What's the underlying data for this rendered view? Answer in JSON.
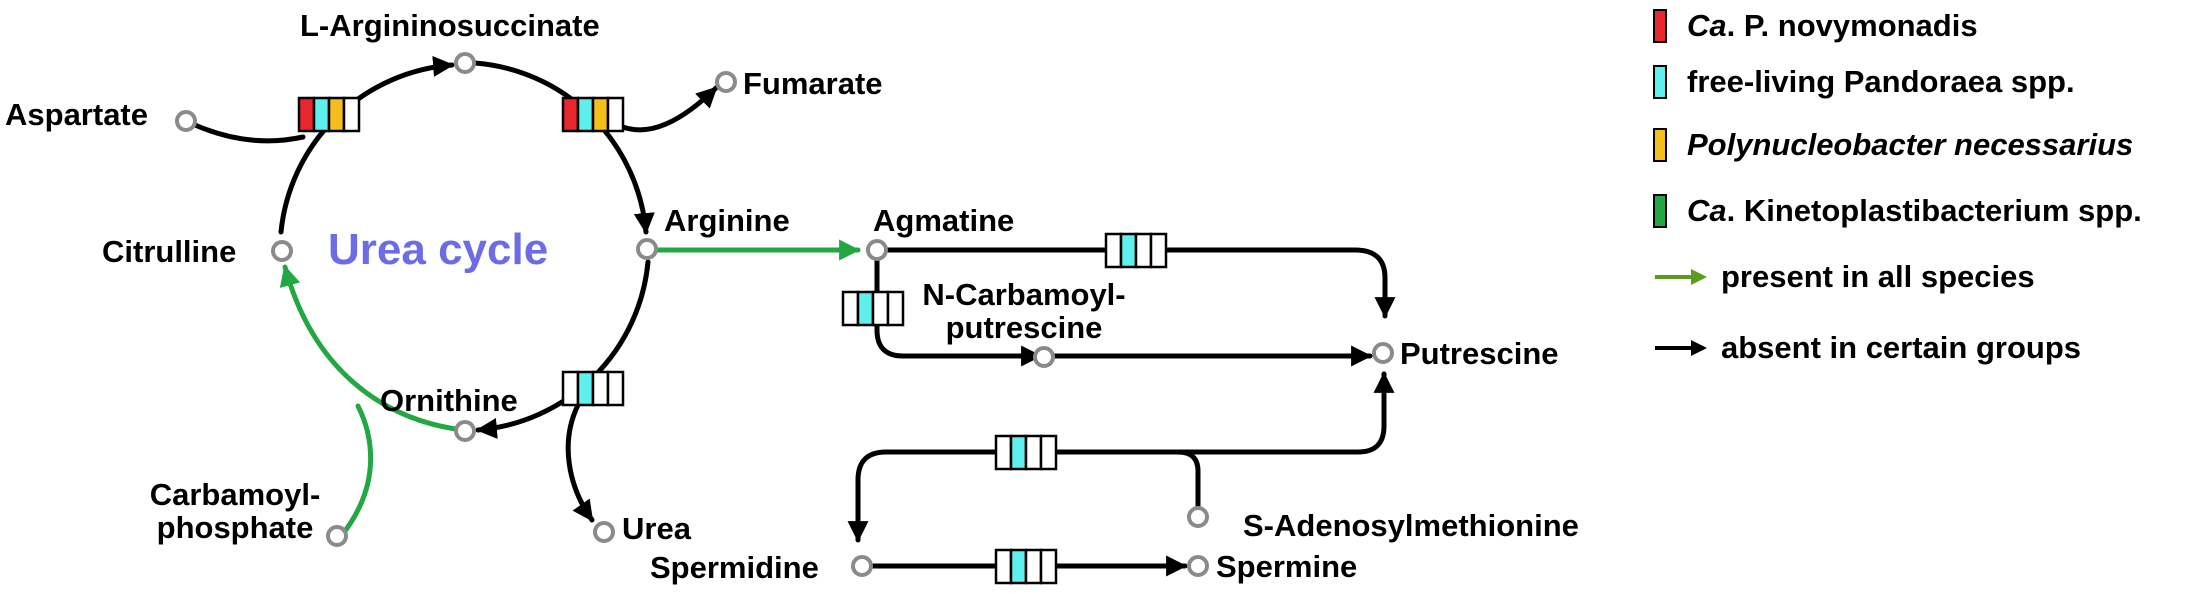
{
  "diagram": {
    "title": "Urea cycle",
    "nodes": {
      "l_argininosuccinate": "L-Argininosuccinate",
      "aspartate": "Aspartate",
      "fumarate": "Fumarate",
      "citrulline": "Citrulline",
      "arginine": "Arginine",
      "agmatine": "Agmatine",
      "n_carbamoyl_line1": "N-Carbamoyl-",
      "n_carbamoyl_line2": "putrescine",
      "putrescine": "Putrescine",
      "ornithine": "Ornithine",
      "carbamoyl_line1": "Carbamoyl-",
      "carbamoyl_line2": "phosphate",
      "urea": "Urea",
      "s_adenosylmethionine": "S-Adenosylmethionine",
      "spermidine": "Spermidine",
      "spermine": "Spermine"
    },
    "colors": {
      "red": "#e8282c",
      "cyan": "#5ff0ee",
      "yellow": "#f5be1a",
      "green": "#22a843",
      "present_arrow": "#2aa84a",
      "absent_arrow": "#000000",
      "node": "#8a8a8a"
    }
  },
  "legend": {
    "items": [
      {
        "color": "#e8282c",
        "prefix": "Ca",
        "text": ". P. novymonadis"
      },
      {
        "color": "#5ff0ee",
        "prefix": "",
        "text": "free-living Pandoraea spp."
      },
      {
        "color": "#f5be1a",
        "prefix": "Polynucleobacter necessarius",
        "text": ""
      },
      {
        "color": "#22a843",
        "prefix": "Ca",
        "text": ". Kinetoplastibacterium spp."
      }
    ],
    "arrows": [
      {
        "color": "#5a9c1c",
        "text": "present in all species"
      },
      {
        "color": "#000000",
        "text": "absent in certain groups"
      }
    ]
  }
}
